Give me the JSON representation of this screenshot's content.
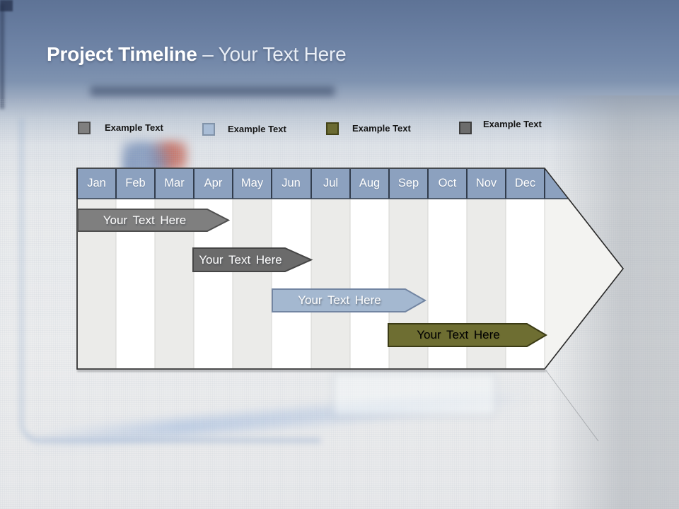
{
  "slide": {
    "title_bold": "Project Timeline",
    "title_rest": "– Your Text Here",
    "top_band_color": "#6d82a3"
  },
  "legend": {
    "items": [
      {
        "label": "Example Text",
        "color": "#7f7f7f",
        "border_color": "#4f4f4f"
      },
      {
        "label": "Example Text",
        "color": "#a9bdd6",
        "border_color": "#8193a9"
      },
      {
        "label": "Example Text",
        "color": "#6b6b32",
        "border_color": "#434317"
      },
      {
        "label": "Example Text",
        "color": "#6c6c6c",
        "border_color": "#3d3d3d"
      }
    ]
  },
  "timeline": {
    "header_fill": "#8ca1bf",
    "months": [
      "Jan",
      "Feb",
      "Mar",
      "Apr",
      "May",
      "Jun",
      "Jul",
      "Aug",
      "Sep",
      "Oct",
      "Nov",
      "Dec"
    ],
    "bars": [
      {
        "label": "Your Text Here",
        "start_month": "Jan",
        "end_month": "Apr",
        "color": "#7f7f7f",
        "border_color": "#4f4f4f",
        "text_color": "#ffffff"
      },
      {
        "label": "Your Text Here",
        "start_month": "Apr",
        "end_month": "Jun",
        "color": "#6b6b6b",
        "border_color": "#454545",
        "text_color": "#ffffff"
      },
      {
        "label": "Your Text Here",
        "start_month": "Jun",
        "end_month": "Sep",
        "color": "#a4b8d0",
        "border_color": "#7285a2",
        "text_color": "#ffffff"
      },
      {
        "label": "Your Text Here",
        "start_month": "Sep",
        "end_month": "Dec",
        "color": "#6e6e32",
        "border_color": "#3b3b15",
        "text_color": "#000000"
      }
    ]
  }
}
